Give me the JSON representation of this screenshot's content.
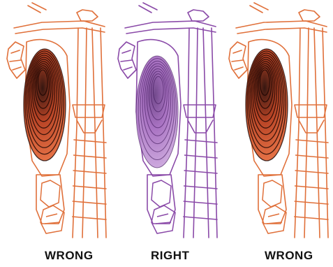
{
  "panels": [
    {
      "caption": "WRONG",
      "line_color": "#e0703a",
      "fill_dark": "#2a0a04",
      "fill_mid": "#b53a1a",
      "fill_light": "#e46a3c",
      "variant": "wrong"
    },
    {
      "caption": "RIGHT",
      "line_color": "#8a4aa8",
      "fill_dark": "#5a2a78",
      "fill_mid": "#9a5ab8",
      "fill_light": "#c49ad8",
      "variant": "right"
    },
    {
      "caption": "WRONG",
      "line_color": "#e0703a",
      "fill_dark": "#2a0a04",
      "fill_mid": "#b53a1a",
      "fill_light": "#e46a3c",
      "variant": "wrong"
    }
  ]
}
